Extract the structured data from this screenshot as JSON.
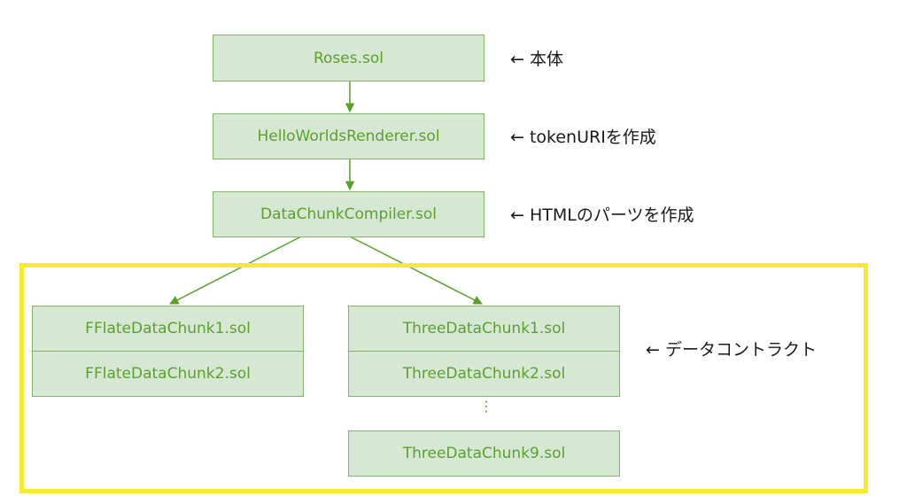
{
  "colors": {
    "node_fill": "#d6e8d4",
    "node_border": "#82b366",
    "node_text": "#5aa02c",
    "highlight_frame": "#f5ea2f",
    "annotation_text": "#1a1a1a"
  },
  "chain": {
    "roses": "Roses.sol",
    "renderer": "HelloWorldsRenderer.sol",
    "compiler": "DataChunkCompiler.sol"
  },
  "fflate": {
    "chunk1": "FFlateDataChunk1.sol",
    "chunk2": "FFlateDataChunk2.sol"
  },
  "three": {
    "chunk1": "ThreeDataChunk1.sol",
    "chunk2": "ThreeDataChunk2.sol",
    "ellipsis": "⋮",
    "chunk9": "ThreeDataChunk9.sol"
  },
  "annotations": {
    "roses": "← 本体",
    "renderer": "← tokenURIを作成",
    "compiler": "← HTMLのパーツを作成",
    "data_contracts": "← データコントラクト"
  }
}
